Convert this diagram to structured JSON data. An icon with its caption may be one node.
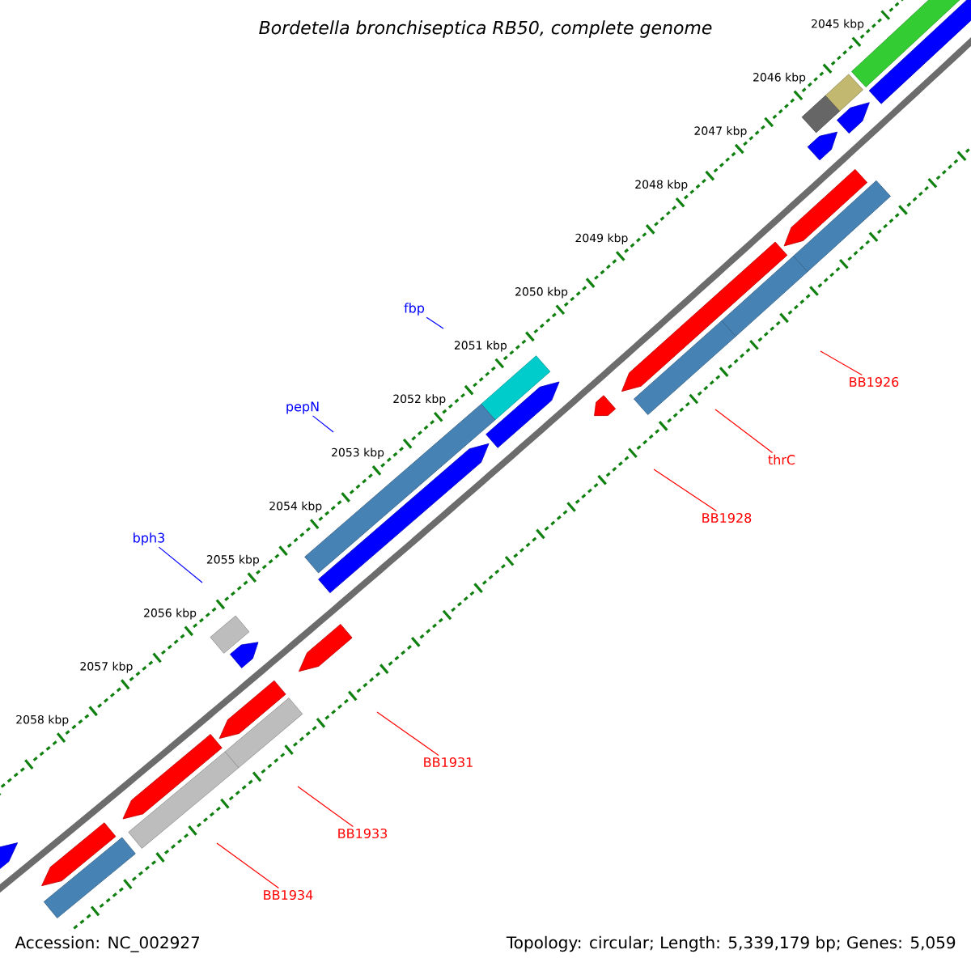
{
  "diagram": {
    "title": "Bordetella bronchiseptica RB50, complete genome",
    "nodes": [
      {
        "text": [
          "fbp"
        ]
      },
      {
        "text": [
          "pepN"
        ]
      },
      {
        "text": [
          "bph3"
        ]
      },
      {
        "text": [
          "BB1926"
        ]
      },
      {
        "text": [
          "thrC"
        ]
      },
      {
        "text": [
          "BB1928"
        ]
      },
      {
        "text": [
          "BB1931"
        ]
      },
      {
        "text": [
          "BB1933"
        ]
      },
      {
        "text": [
          "BB1934"
        ]
      }
    ],
    "edges": [
      {
        "from": 0,
        "to": null,
        "arrow": "none",
        "color": "#0000ff"
      },
      {
        "from": 1,
        "to": null,
        "arrow": "none",
        "color": "#0000ff"
      },
      {
        "from": 2,
        "to": null,
        "arrow": "none",
        "color": "#0000ff"
      },
      {
        "from": 3,
        "to": null,
        "arrow": "none"
      },
      {
        "from": 4,
        "to": null,
        "arrow": "none"
      },
      {
        "from": 5,
        "to": null,
        "arrow": "none"
      },
      {
        "from": 6,
        "to": null,
        "arrow": "none"
      },
      {
        "from": 7,
        "to": null,
        "arrow": "none"
      },
      {
        "from": 8,
        "to": null,
        "arrow": "none"
      }
    ],
    "labels": [
      "2045 kbp",
      "2046 kbp",
      "2047 kbp",
      "2048 kbp",
      "2049 kbp",
      "2050 kbp",
      "2051 kbp",
      "2052 kbp",
      "2053 kbp",
      "2054 kbp",
      "2055 kbp",
      "2056 kbp",
      "2057 kbp",
      "2058 kbp",
      "Accession: NC_002927",
      "Topology: circular; Length: 5,339,179 bp; Genes: 5,059"
    ]
  }
}
